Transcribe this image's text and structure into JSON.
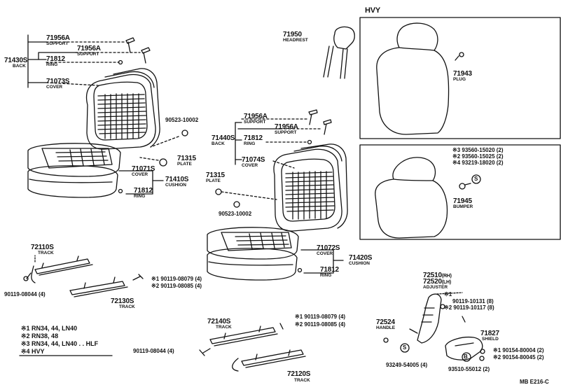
{
  "back_left": {
    "p71956A_1": "71956A",
    "p71956A_1_sub": "SUPPORT",
    "p71956A_2": "71956A",
    "p71956A_2_sub": "SUPPORT",
    "p71430S": "71430S",
    "p71430S_sub": "BACK",
    "p71812": "71812",
    "p71812_sub": "RING",
    "p71073S": "71073S",
    "p71073S_sub": "COVER"
  },
  "cushion_left": {
    "p90523": "90523-10002",
    "p71315": "71315",
    "p71315_sub": "PLATE",
    "p71071S": "71071S",
    "p71071S_sub": "COVER",
    "p71410S": "71410S",
    "p71410S_sub": "CUSHION",
    "p71812": "71812",
    "p71812_sub": "RING"
  },
  "headrest": {
    "p71950": "71950",
    "p71950_sub": "HEADREST"
  },
  "hvy_box": {
    "title": "HVY",
    "p71943": "71943",
    "p71943_sub": "PLUG"
  },
  "back_right": {
    "p71956A_1": "71956A",
    "p71956A_1_sub": "SUPPORT",
    "p71956A_2": "71956A",
    "p71956A_2_sub": "SUPPORT",
    "p71440S": "71440S",
    "p71440S_sub": "BACK",
    "p71812": "71812",
    "p71812_sub": "RING",
    "p71074S": "71074S",
    "p71074S_sub": "COVER",
    "p71315": "71315",
    "p71315_sub": "PLATE",
    "p90523": "90523-10002"
  },
  "bumper_box": {
    "l1": "※3 93560-15020 (2)",
    "l2": "※2 93560-15025 (2)",
    "l3": "※4 93219-18020 (2)",
    "p71945": "71945",
    "p71945_sub": "BUMPER",
    "s_mark": "S"
  },
  "cushion_right": {
    "p71072S": "71072S",
    "p71072S_sub": "COVER",
    "p71420S": "71420S",
    "p71420S_sub": "CUSHION",
    "p71812": "71812",
    "p71812_sub": "RING"
  },
  "track_left": {
    "p72110S": "72110S",
    "p72110S_sub": "TRACK",
    "p90119_08044": "90119-08044 (4)",
    "l1": "※1 90119-08079 (4)",
    "l2": "※2 90119-08085 (4)",
    "p72130S": "72130S",
    "p72130S_sub": "TRACK"
  },
  "track_right": {
    "p72140S": "72140S",
    "p72140S_sub": "TRACK",
    "l1": "※1 90119-08079 (4)",
    "l2": "※2 90119-08085 (4)",
    "p90119_08044": "90119-08044 (4)",
    "p72120S": "72120S",
    "p72120S_sub": "TRACK"
  },
  "adjuster": {
    "p72510": "72510",
    "p72510_rh": "(RH)",
    "p72520": "72520",
    "p72520_lh": "(LH)",
    "sub": "ADJUSTER",
    "l1a": "※1",
    "l1": "90119-10131 (8)",
    "l2": "※2 90119-10117 (8)",
    "p72524": "72524",
    "p72524_sub": "HANDLE",
    "p71827": "71827",
    "p71827_sub": "SHIELD",
    "l3": "※1 90154-80004 (2)",
    "l4": "※2 90154-80045 (2)",
    "p93249": "93249-54005 (4)",
    "p93510": "93510-55012 (2)",
    "s_mark": "S",
    "b_mark": "B"
  },
  "legend": {
    "r1": "※1 RN34, 44, LN40",
    "r2": "※2 RN38, 48",
    "r3": "※3 RN34, 44, LN40 . . HLF",
    "r4": "※4 HVY"
  },
  "footer": {
    "code": "MB  E216-C"
  }
}
